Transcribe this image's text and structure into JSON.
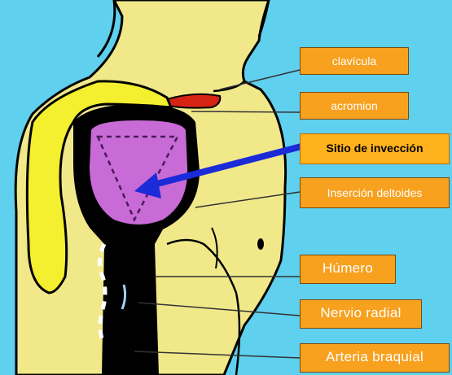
{
  "labels": {
    "clavicula": "clavícula",
    "acromion": "acromion",
    "sitio": "Sitio de invección",
    "insercion": "Inserción deltoides",
    "humero": "Húmero",
    "nervio": "Nervio radial",
    "arteria": "Arteria braquial"
  },
  "colors": {
    "background": "#5fd0ee",
    "skin": "#f1e88a",
    "muscle": "#f4ef2f",
    "injection_site": "#c86bd6",
    "arrow": "#1b2bd8",
    "label": "#f7a11f"
  }
}
